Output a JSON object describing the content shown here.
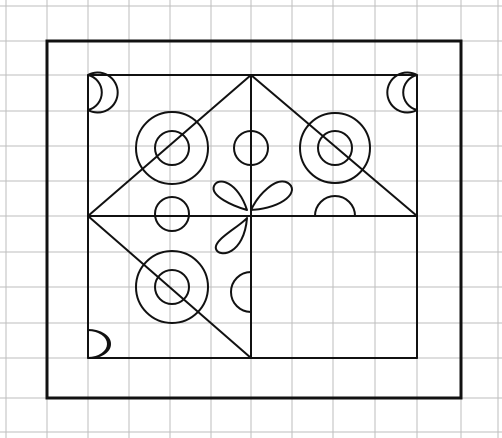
{
  "figure": {
    "description_free": true,
    "grid": {
      "columns": 12,
      "rows": 11,
      "line_color": "#bdbdbd"
    },
    "ink_color": "#111111",
    "background": "#ffffff",
    "shapes": {
      "outer_frame": "rectangle",
      "inner_panel": "rectangle",
      "diagonals": "lines",
      "double_circles": 3,
      "single_circles": 2,
      "leaf_petals": 3,
      "half_circles": 5
    }
  }
}
